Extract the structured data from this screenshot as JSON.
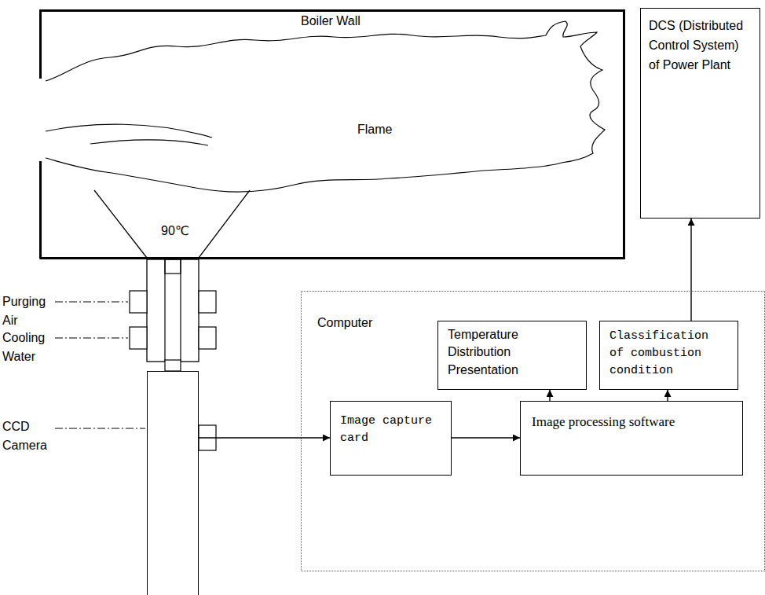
{
  "diagram": {
    "nodes": [
      {
        "text": [
          "Boiler Wall"
        ]
      },
      {
        "text": [
          "Flame"
        ],
        "in": 0
      },
      {
        "text": [
          "DCS (Distributed Control System) of Power Plant"
        ]
      },
      {
        "text": [
          "CCD Camera"
        ]
      },
      {
        "text": [
          "Computer"
        ]
      },
      {
        "text": [
          "Temperature Distribution Presentation"
        ],
        "in": 4
      },
      {
        "text": [
          "Classification of combustion condition"
        ],
        "in": 4
      },
      {
        "text": [
          "Image capture card"
        ],
        "in": 4
      },
      {
        "text": [
          "Image processing software"
        ],
        "in": 4
      }
    ],
    "edges": [
      {
        "from": 3,
        "to": 7,
        "arrow": "to"
      },
      {
        "from": 7,
        "to": 8,
        "arrow": "to"
      },
      {
        "from": 8,
        "to": 5,
        "arrow": "to"
      },
      {
        "from": 8,
        "to": 6,
        "arrow": "to"
      },
      {
        "from": 6,
        "to": 2,
        "arrow": "to"
      }
    ],
    "labels": [
      "90℃",
      "Purging Air",
      "Cooling Water"
    ]
  }
}
